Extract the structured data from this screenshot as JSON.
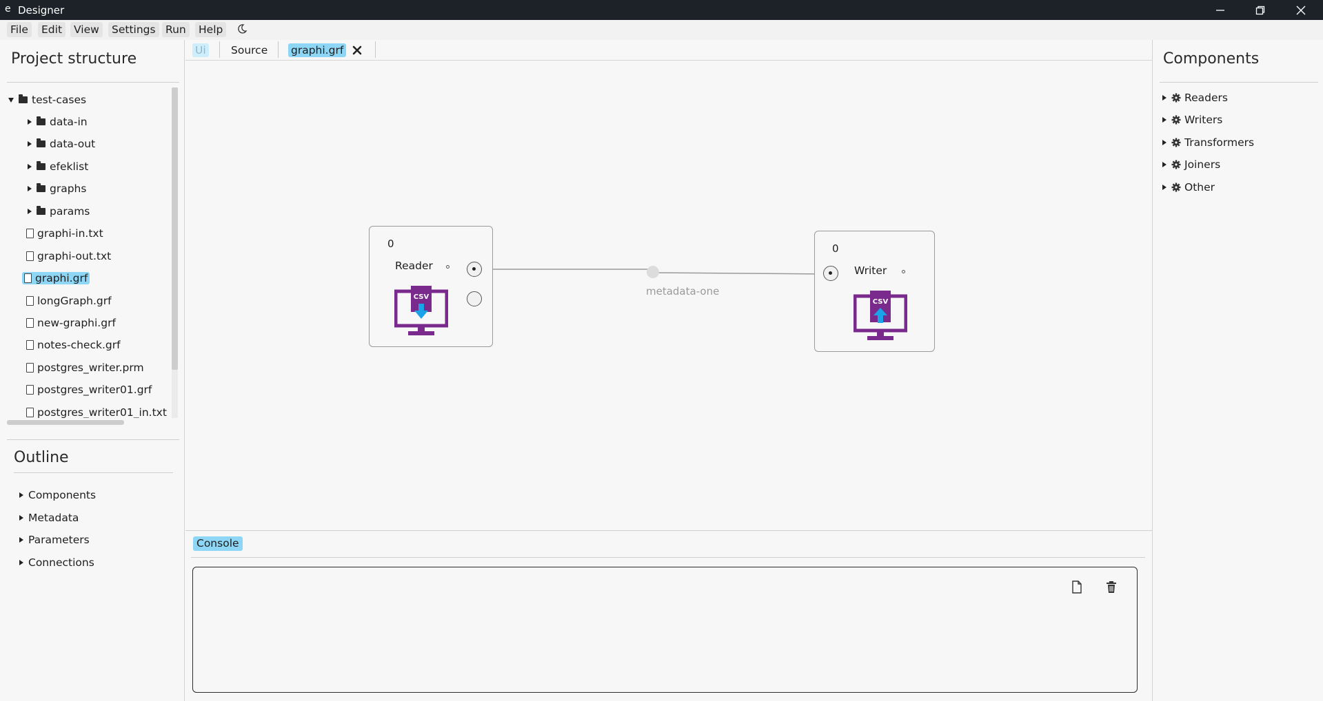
{
  "window": {
    "app_glyph": "e",
    "title": "Designer"
  },
  "menu": {
    "items": [
      "File",
      "Edit",
      "View",
      "Settings",
      "Run",
      "Help"
    ],
    "theme_toggle_icon": "moon-icon"
  },
  "project_panel": {
    "heading": "Project structure",
    "tree": {
      "root": "test-cases",
      "folders": [
        "data-in",
        "data-out",
        "efeklist",
        "graphs",
        "params"
      ],
      "files": [
        "graphi-in.txt",
        "graphi-out.txt",
        "graphi.grf",
        "longGraph.grf",
        "new-graphi.grf",
        "notes-check.grf",
        "postgres_writer.prm",
        "postgres_writer01.grf",
        "postgres_writer01_in.txt"
      ],
      "selected": "graphi.grf"
    }
  },
  "outline_panel": {
    "heading": "Outline",
    "items": [
      "Components",
      "Metadata",
      "Parameters",
      "Connections"
    ]
  },
  "editor_tabs": {
    "ui": "Ui",
    "source": "Source",
    "file": "graphi.grf"
  },
  "graph": {
    "nodes": [
      {
        "id": "0",
        "name": "Reader",
        "icon": "csv-reader-icon"
      },
      {
        "id": "0",
        "name": "Writer",
        "icon": "csv-writer-icon"
      }
    ],
    "edge_label": "metadata-one"
  },
  "console": {
    "tab": "Console",
    "icons": [
      "new-file-icon",
      "trash-icon"
    ]
  },
  "components_panel": {
    "heading": "Components",
    "groups": [
      "Readers",
      "Writers",
      "Transformers",
      "Joiners",
      "Other"
    ]
  },
  "colors": {
    "titlebar": "#1d2229",
    "selection": "#8ed6f5",
    "csv_purple": "#7a2a8c",
    "arrow_blue": "#1aa3e8"
  }
}
